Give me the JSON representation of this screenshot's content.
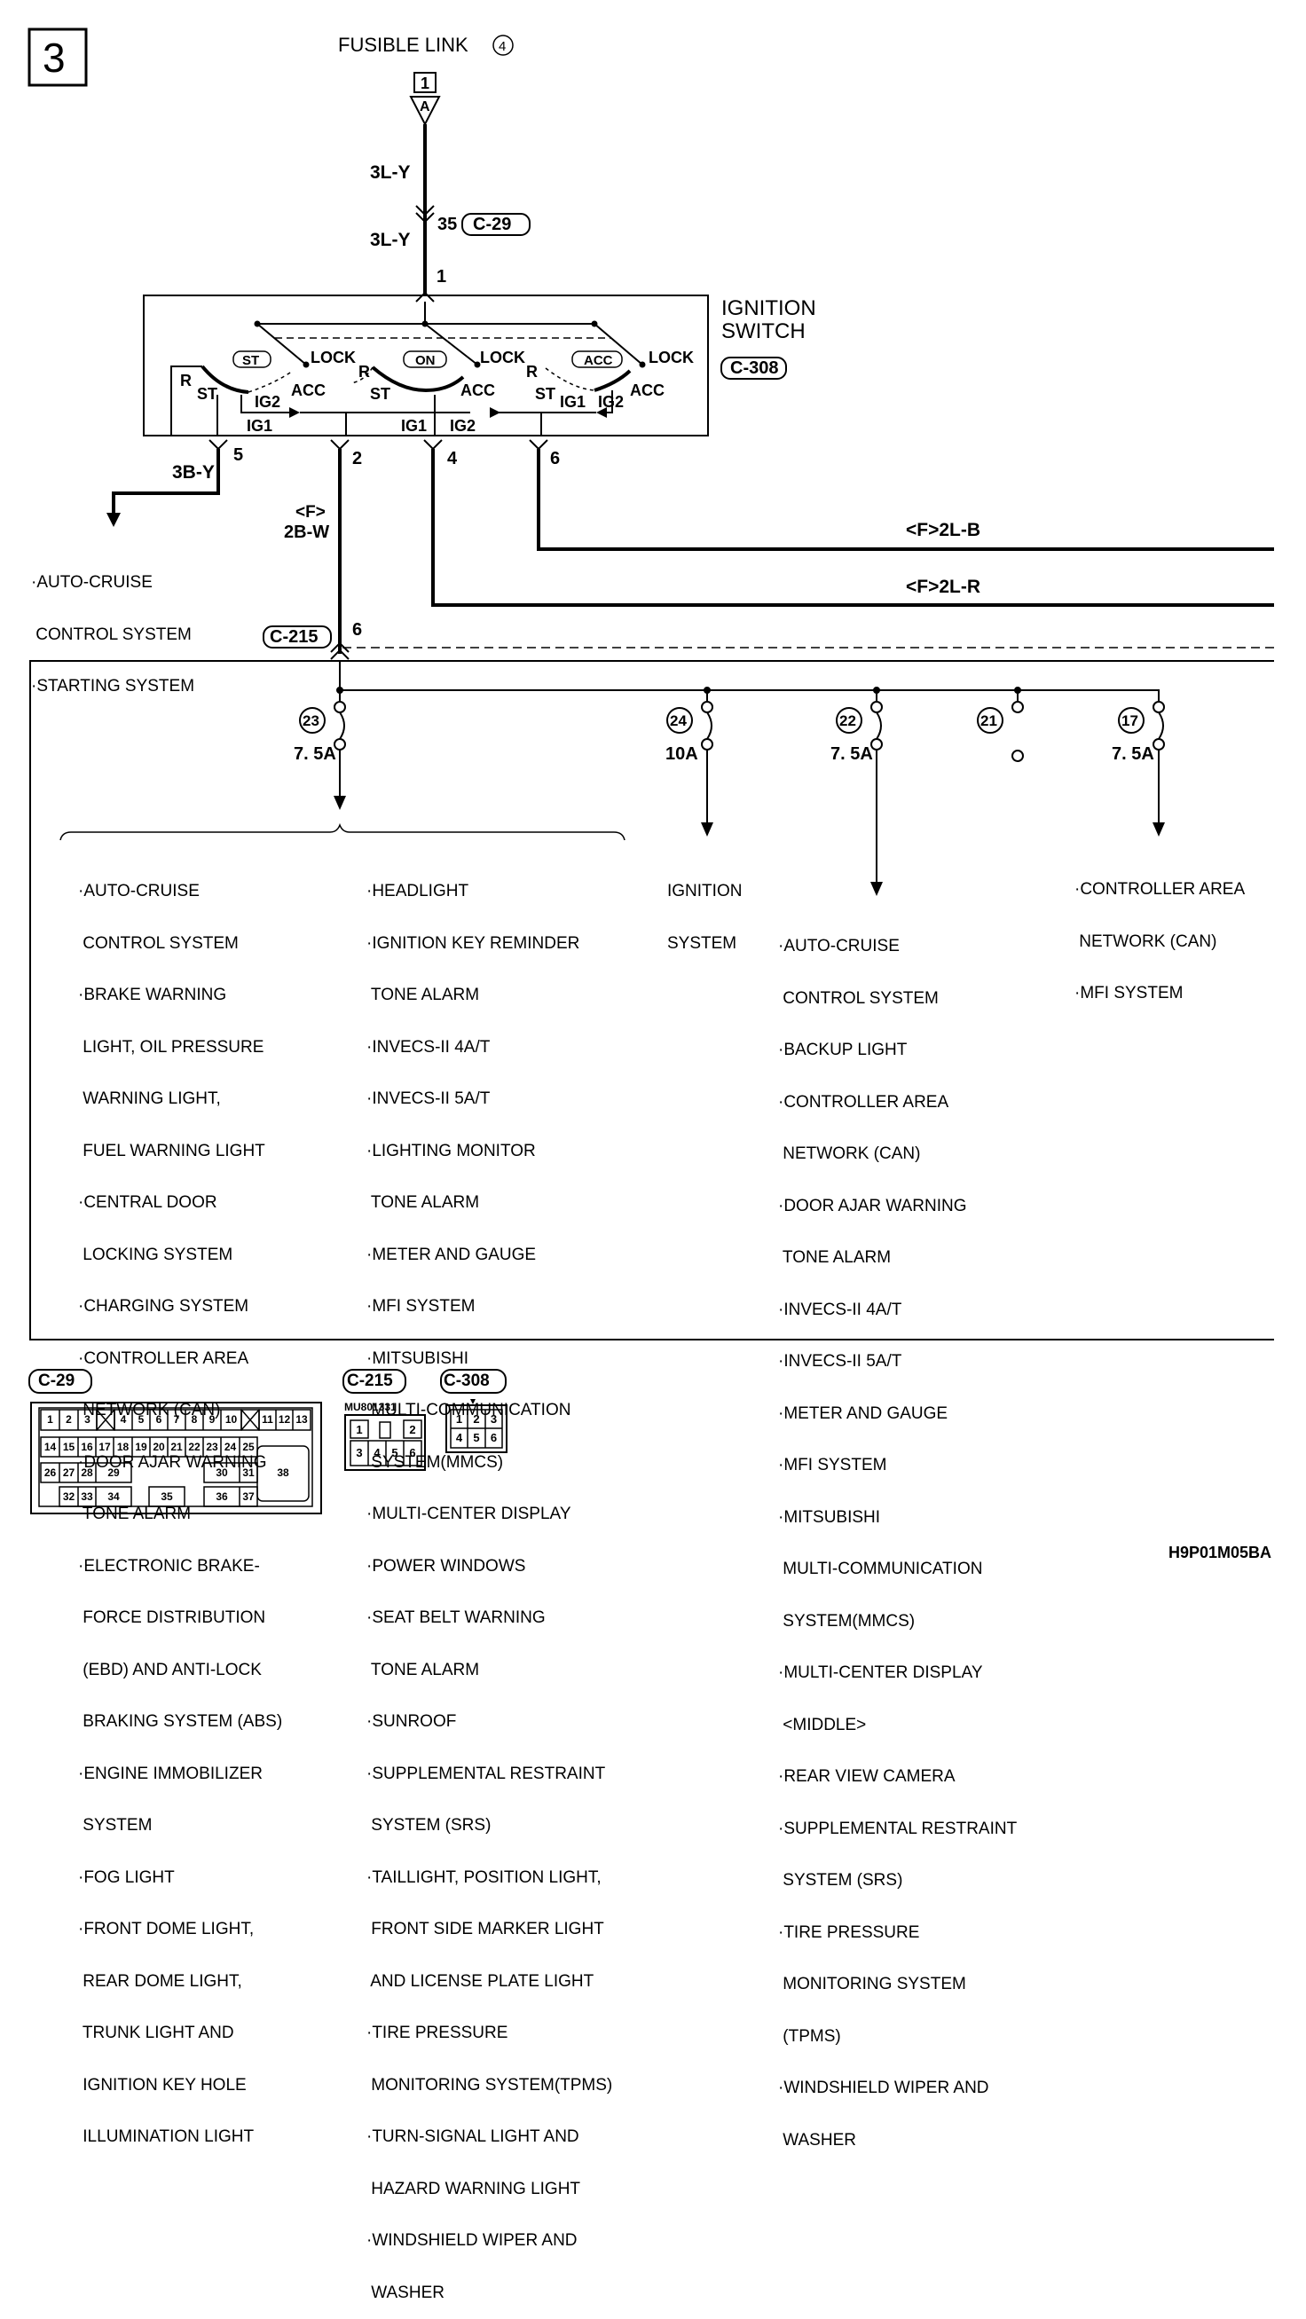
{
  "page_number": "3",
  "fusible_link_label": "FUSIBLE LINK",
  "fusible_link_num": "4",
  "fl_terminal": "1",
  "fl_connector_letter": "A",
  "wire_3ly_top": "3L-Y",
  "pin_35": "35",
  "conn_c29": "C-29",
  "wire_3ly_bottom": "3L-Y",
  "pin_1": "1",
  "ignition_switch_line1": "IGNITION",
  "ignition_switch_line2": "SWITCH",
  "conn_c308": "C-308",
  "switch_positions": {
    "st": "ST",
    "on": "ON",
    "acc": "ACC",
    "lock": "LOCK",
    "r": "R",
    "ig1": "IG1",
    "ig2": "IG2",
    "acc_t": "ACC"
  },
  "pin_5": "5",
  "pin_2": "2",
  "pin_4": "4",
  "pin_6": "6",
  "wire_3by": "3B-Y",
  "wire_f": "<F>",
  "wire_2bw": "2B-W",
  "wire_2lb": "<F>2L-B",
  "wire_2lr": "<F>2L-R",
  "left_dest": [
    "·AUTO-CRUISE",
    " CONTROL SYSTEM",
    "·STARTING SYSTEM"
  ],
  "conn_c215": "C-215",
  "c215_pin": "6",
  "fuses": [
    {
      "num": "23",
      "rating": "7. 5A"
    },
    {
      "num": "24",
      "rating": "10A"
    },
    {
      "num": "22",
      "rating": "7. 5A"
    },
    {
      "num": "21",
      "rating": ""
    },
    {
      "num": "17",
      "rating": "7. 5A"
    }
  ],
  "list_23_left": [
    "·AUTO-CRUISE",
    " CONTROL SYSTEM",
    "·BRAKE WARNING",
    " LIGHT, OIL PRESSURE",
    " WARNING LIGHT,",
    " FUEL WARNING LIGHT",
    "·CENTRAL DOOR",
    " LOCKING SYSTEM",
    "·CHARGING SYSTEM",
    "·CONTROLLER AREA",
    " NETWORK (CAN)",
    "·DOOR AJAR WARNING",
    " TONE ALARM",
    "·ELECTRONIC BRAKE-",
    " FORCE DISTRIBUTION",
    " (EBD) AND ANTI-LOCK",
    " BRAKING SYSTEM (ABS)",
    "·ENGINE IMMOBILIZER",
    " SYSTEM",
    "·FOG LIGHT",
    "·FRONT DOME LIGHT,",
    " REAR DOME LIGHT,",
    " TRUNK LIGHT AND",
    " IGNITION KEY HOLE",
    " ILLUMINATION LIGHT"
  ],
  "list_23_right": [
    "·HEADLIGHT",
    "·IGNITION KEY REMINDER",
    " TONE ALARM",
    "·INVECS-II 4A/T",
    "·INVECS-II 5A/T",
    "·LIGHTING MONITOR",
    " TONE ALARM",
    "·METER AND GAUGE",
    "·MFI SYSTEM",
    "·MITSUBISHI",
    " MULTI-COMMUNICATION",
    " SYSTEM(MMCS)",
    "·MULTI-CENTER DISPLAY",
    "·POWER WINDOWS",
    "·SEAT BELT WARNING",
    " TONE ALARM",
    "·SUNROOF",
    "·SUPPLEMENTAL RESTRAINT",
    " SYSTEM (SRS)",
    "·TAILLIGHT, POSITION LIGHT,",
    " FRONT SIDE MARKER LIGHT",
    " AND LICENSE PLATE LIGHT",
    "·TIRE PRESSURE",
    " MONITORING SYSTEM(TPMS)",
    "·TURN-SIGNAL LIGHT AND",
    " HAZARD WARNING LIGHT",
    "·WINDSHIELD WIPER AND",
    " WASHER"
  ],
  "list_24": [
    "IGNITION",
    "SYSTEM"
  ],
  "list_22": [
    "·AUTO-CRUISE",
    " CONTROL SYSTEM",
    "·BACKUP LIGHT",
    "·CONTROLLER AREA",
    " NETWORK (CAN)",
    "·DOOR AJAR WARNING",
    " TONE ALARM",
    "·INVECS-II 4A/T",
    "·INVECS-II 5A/T",
    "·METER AND GAUGE",
    "·MFI SYSTEM",
    "·MITSUBISHI",
    " MULTI-COMMUNICATION",
    " SYSTEM(MMCS)",
    "·MULTI-CENTER DISPLAY",
    " <MIDDLE>",
    "·REAR VIEW CAMERA",
    "·SUPPLEMENTAL RESTRAINT",
    " SYSTEM (SRS)",
    "·TIRE PRESSURE",
    " MONITORING SYSTEM",
    " (TPMS)",
    "·WINDSHIELD WIPER AND",
    " WASHER"
  ],
  "list_17": [
    "·CONTROLLER AREA",
    " NETWORK (CAN)",
    "·MFI SYSTEM"
  ],
  "connector_views": {
    "c29_label": "C-29",
    "c215_label": "C-215",
    "c215_part": "MU801331",
    "c308_label": "C-308",
    "c29_row1": [
      "1",
      "2",
      "3",
      "",
      "4",
      "5",
      "6",
      "7",
      "8",
      "9",
      "10",
      "",
      "11",
      "12",
      "13"
    ],
    "c29_row2": [
      "14",
      "15",
      "16",
      "17",
      "18",
      "19",
      "20",
      "21",
      "22",
      "23",
      "24",
      "25"
    ],
    "c29_row3": [
      "26",
      "27",
      "28",
      "29",
      "",
      "30",
      "31"
    ],
    "c29_row4": [
      "32",
      "33",
      "34",
      "35",
      "36",
      "37"
    ],
    "c29_big": "38",
    "c215_row1": [
      "1",
      "",
      "2"
    ],
    "c215_row2": [
      "3",
      "4",
      "5",
      "6"
    ],
    "c308_row1": [
      "1",
      "2",
      "3"
    ],
    "c308_row2": [
      "4",
      "5",
      "6"
    ]
  },
  "figure_code": "H9P01M05BA"
}
